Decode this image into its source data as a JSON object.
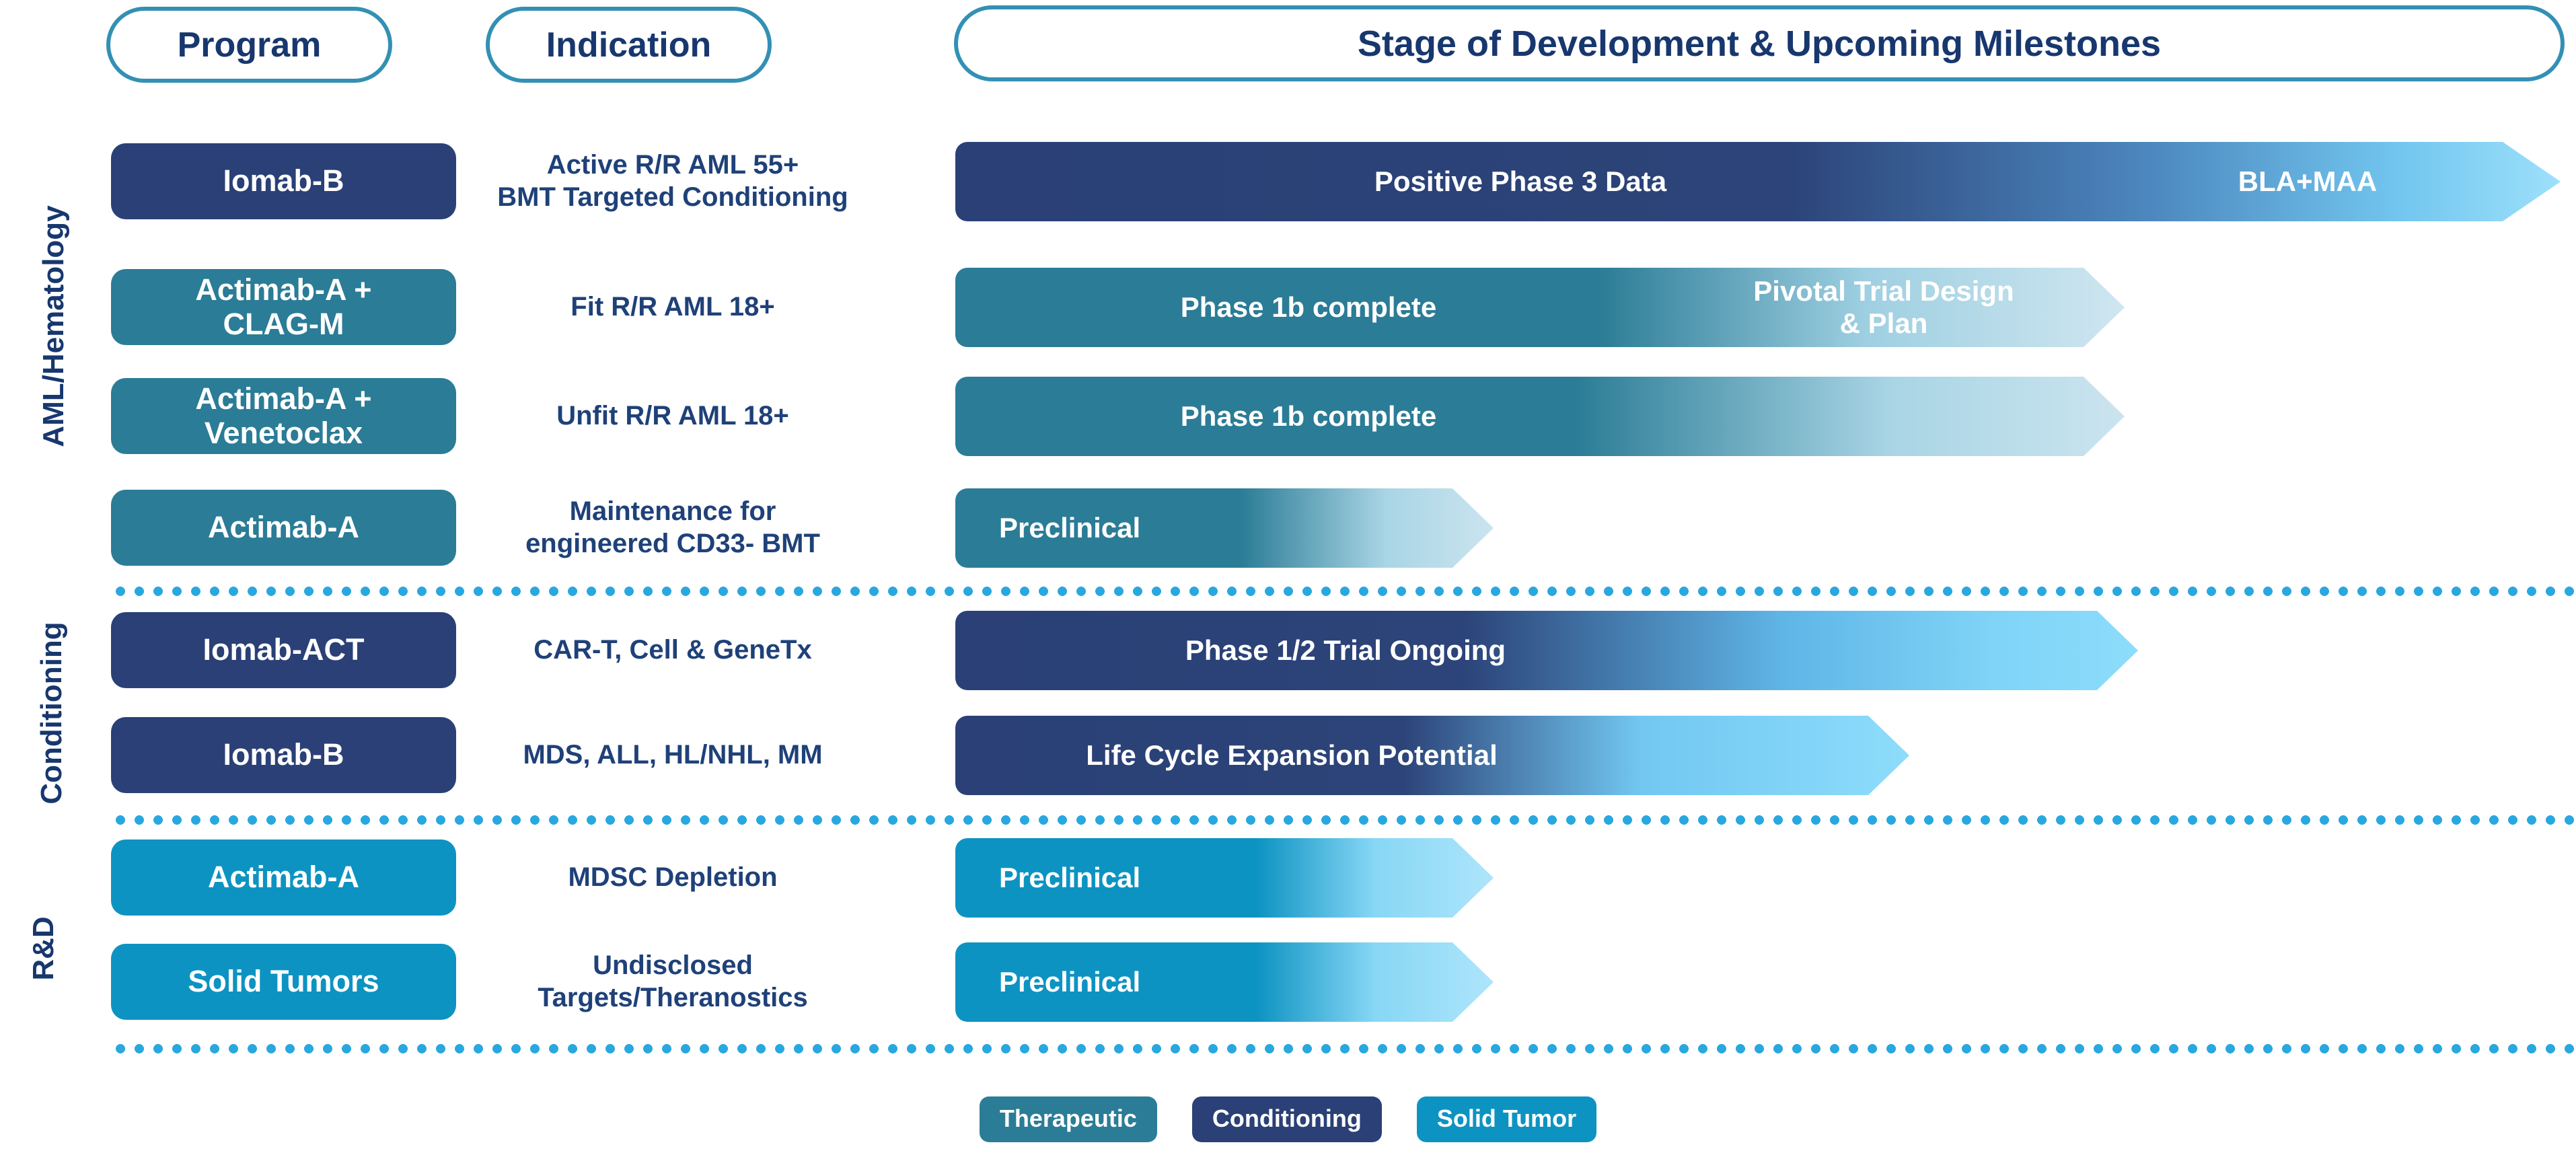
{
  "header": {
    "program": "Program",
    "indication": "Indication",
    "stage": "Stage of Development & Upcoming Milestones"
  },
  "sections": [
    {
      "name": "AML/Hematology"
    },
    {
      "name": "Conditioning"
    },
    {
      "name": "R&D"
    }
  ],
  "legend": [
    {
      "label": "Therapeutic",
      "color": "#2b7c96"
    },
    {
      "label": "Conditioning",
      "color": "#2a4076"
    },
    {
      "label": "Solid Tumor",
      "color": "#0d93c2"
    }
  ],
  "colors": {
    "navy": "#2a4076",
    "teal": "#2b7c96",
    "blue": "#0d93c2",
    "light_blue": "#7fd4f7",
    "pale_blue": "#cfe6f0",
    "border_teal": "#3390b4",
    "text_navy": "#17376e",
    "dot_blue": "#29a8e0"
  },
  "chart_data": {
    "type": "table",
    "title": "Stage of Development & Upcoming Milestones",
    "columns": [
      "Program",
      "Indication",
      "Stage of Development & Upcoming Milestones"
    ],
    "rows": [
      {
        "section": "AML/Hematology",
        "program": "Iomab-B",
        "program_color": "#2a4076",
        "indication": "Active R/R AML 55+\nBMT Targeted Conditioning",
        "stage_primary": "Positive Phase 3 Data",
        "stage_secondary": "BLA+MAA",
        "bar_start_pct": 0,
        "bar_end_pct": 100,
        "bar_style": "navy-to-lightblue"
      },
      {
        "section": "AML/Hematology",
        "program": "Actimab-A +\nCLAG-M",
        "program_color": "#2b7c96",
        "indication": "Fit R/R AML 18+",
        "stage_primary": "Phase 1b complete",
        "stage_secondary": "Pivotal Trial Design\n& Plan",
        "bar_start_pct": 0,
        "bar_end_pct": 73,
        "bar_style": "teal-to-pale"
      },
      {
        "section": "AML/Hematology",
        "program": "Actimab-A +\nVenetoclax",
        "program_color": "#2b7c96",
        "indication": "Unfit R/R AML 18+",
        "stage_primary": "Phase 1b complete",
        "stage_secondary": "",
        "bar_start_pct": 0,
        "bar_end_pct": 73,
        "bar_style": "teal-to-pale"
      },
      {
        "section": "AML/Hematology",
        "program": "Actimab-A",
        "program_color": "#2b7c96",
        "indication": "Maintenance for\nengineered CD33- BMT",
        "stage_primary": "Preclinical",
        "stage_secondary": "",
        "bar_start_pct": 0,
        "bar_end_pct": 34,
        "bar_style": "teal-to-pale"
      },
      {
        "section": "Conditioning",
        "program": "Iomab-ACT",
        "program_color": "#2a4076",
        "indication": "CAR-T, Cell & GeneTx",
        "stage_primary": "Phase 1/2 Trial Ongoing",
        "stage_secondary": "",
        "bar_start_pct": 0,
        "bar_end_pct": 74,
        "bar_style": "navy-to-lightblue"
      },
      {
        "section": "Conditioning",
        "program": "Iomab-B",
        "program_color": "#2a4076",
        "indication": "MDS, ALL, HL/NHL, MM",
        "stage_primary": "Life Cycle Expansion Potential",
        "stage_secondary": "",
        "bar_start_pct": 0,
        "bar_end_pct": 59,
        "bar_style": "navy-to-lightblue"
      },
      {
        "section": "R&D",
        "program": "Actimab-A",
        "program_color": "#0d93c2",
        "indication": "MDSC Depletion",
        "stage_primary": "Preclinical",
        "stage_secondary": "",
        "bar_start_pct": 0,
        "bar_end_pct": 34,
        "bar_style": "blue-to-lightblue"
      },
      {
        "section": "R&D",
        "program": "Solid Tumors",
        "program_color": "#0d93c2",
        "indication": "Undisclosed\nTargets/Theranostics",
        "stage_primary": "Preclinical",
        "stage_secondary": "",
        "bar_start_pct": 0,
        "bar_end_pct": 34,
        "bar_style": "blue-to-lightblue"
      }
    ]
  }
}
